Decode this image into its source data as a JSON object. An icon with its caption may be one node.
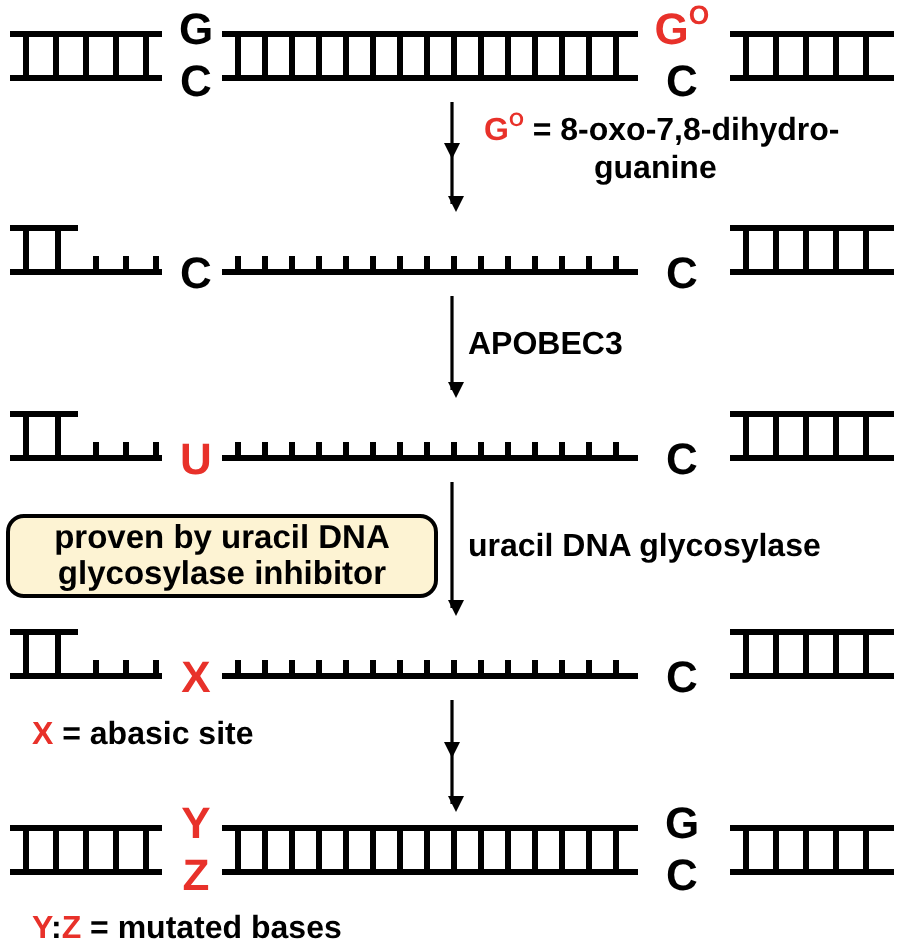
{
  "diagram": {
    "nodes": [
      {
        "text": [
          "G",
          "C",
          "G$^{O}$",
          "C"
        ]
      },
      {
        "text": [
          "C",
          "C"
        ]
      },
      {
        "text": [
          "U",
          "C"
        ]
      },
      {
        "text": [
          "X",
          "C"
        ]
      },
      {
        "text": [
          "Y",
          "Z",
          "G",
          "C"
        ]
      },
      {
        "text": [
          "proven by uracil DNA glycosylase inhibitor"
        ]
      }
    ],
    "edges": [
      {
        "from": 0,
        "to": 1,
        "arrow": "to"
      },
      {
        "from": 1,
        "to": 2,
        "arrow": "to",
        "label": "APOBEC3"
      },
      {
        "from": 2,
        "to": 3,
        "arrow": "to",
        "label": "uracil DNA glycosylase"
      },
      {
        "from": 3,
        "to": 4,
        "arrow": "to"
      }
    ],
    "labels": [
      "G$^{O}$ = 8-oxo-7,8-dihydro- guanine",
      "X = abasic site",
      "Y:Z = mutated bases"
    ]
  }
}
